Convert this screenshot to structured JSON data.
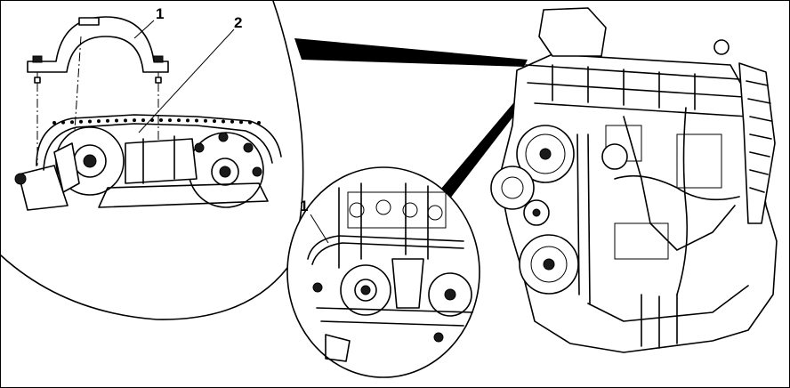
{
  "callouts": {
    "top_left_1": "1",
    "top_left_2": "2",
    "inset_1": "1"
  }
}
